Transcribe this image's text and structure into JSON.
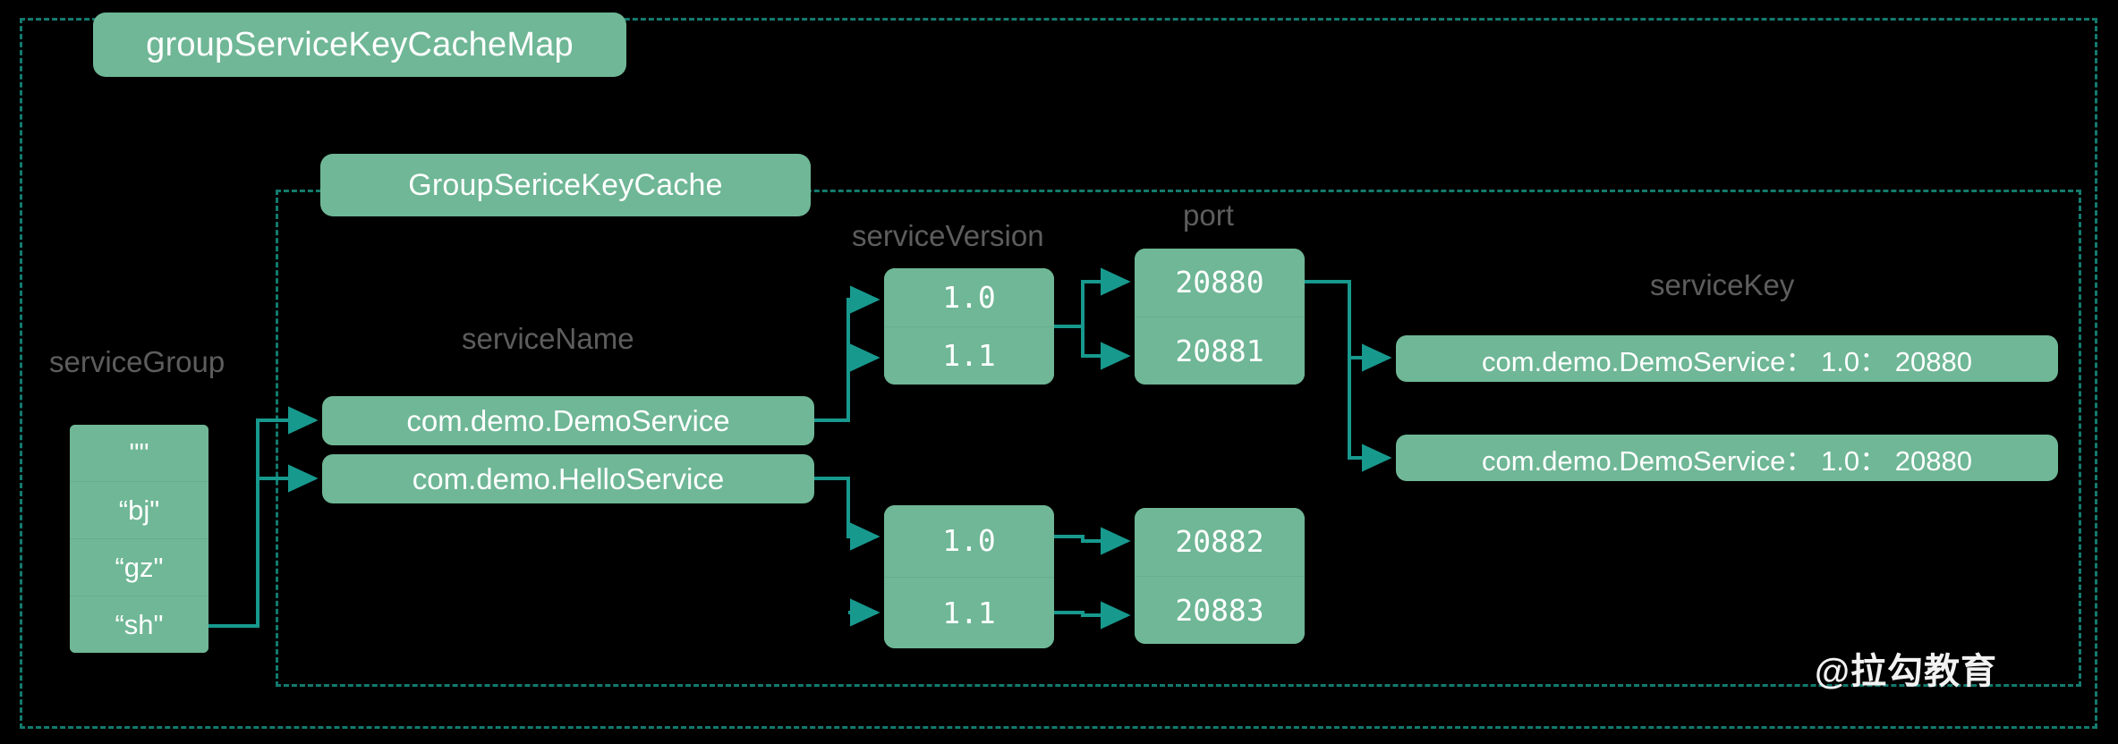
{
  "diagram": {
    "title_map": "groupServiceKeyCacheMap",
    "title_cache": "GroupSericeKeyCache",
    "watermark": "@拉勾教育",
    "colors": {
      "background": "#000000",
      "box_green": "#6fb796",
      "connector_teal": "#17998e",
      "dashed_border": "#137a6e",
      "caption_grey": "#5d5d5d",
      "box_text": "#ffffff"
    }
  },
  "columns": {
    "service_group": {
      "caption": "serviceGroup",
      "values": [
        "\"\"",
        "“bj\"",
        "“gz\"",
        "“sh\""
      ]
    },
    "service_name": {
      "caption": "serviceName",
      "values": [
        "com.demo.DemoService",
        "com.demo.HelloService"
      ]
    },
    "service_version": {
      "caption": "serviceVersion",
      "group_1": [
        "1.0",
        "1.1"
      ],
      "group_2": [
        "1.0",
        "1.1"
      ]
    },
    "port": {
      "caption": "port",
      "group_1": [
        "20880",
        "20881"
      ],
      "group_2": [
        "20882",
        "20883"
      ]
    },
    "service_key": {
      "caption": "serviceKey",
      "values": [
        "com.demo.DemoService： 1.0： 20880",
        "com.demo.DemoService： 1.0： 20880"
      ]
    }
  }
}
